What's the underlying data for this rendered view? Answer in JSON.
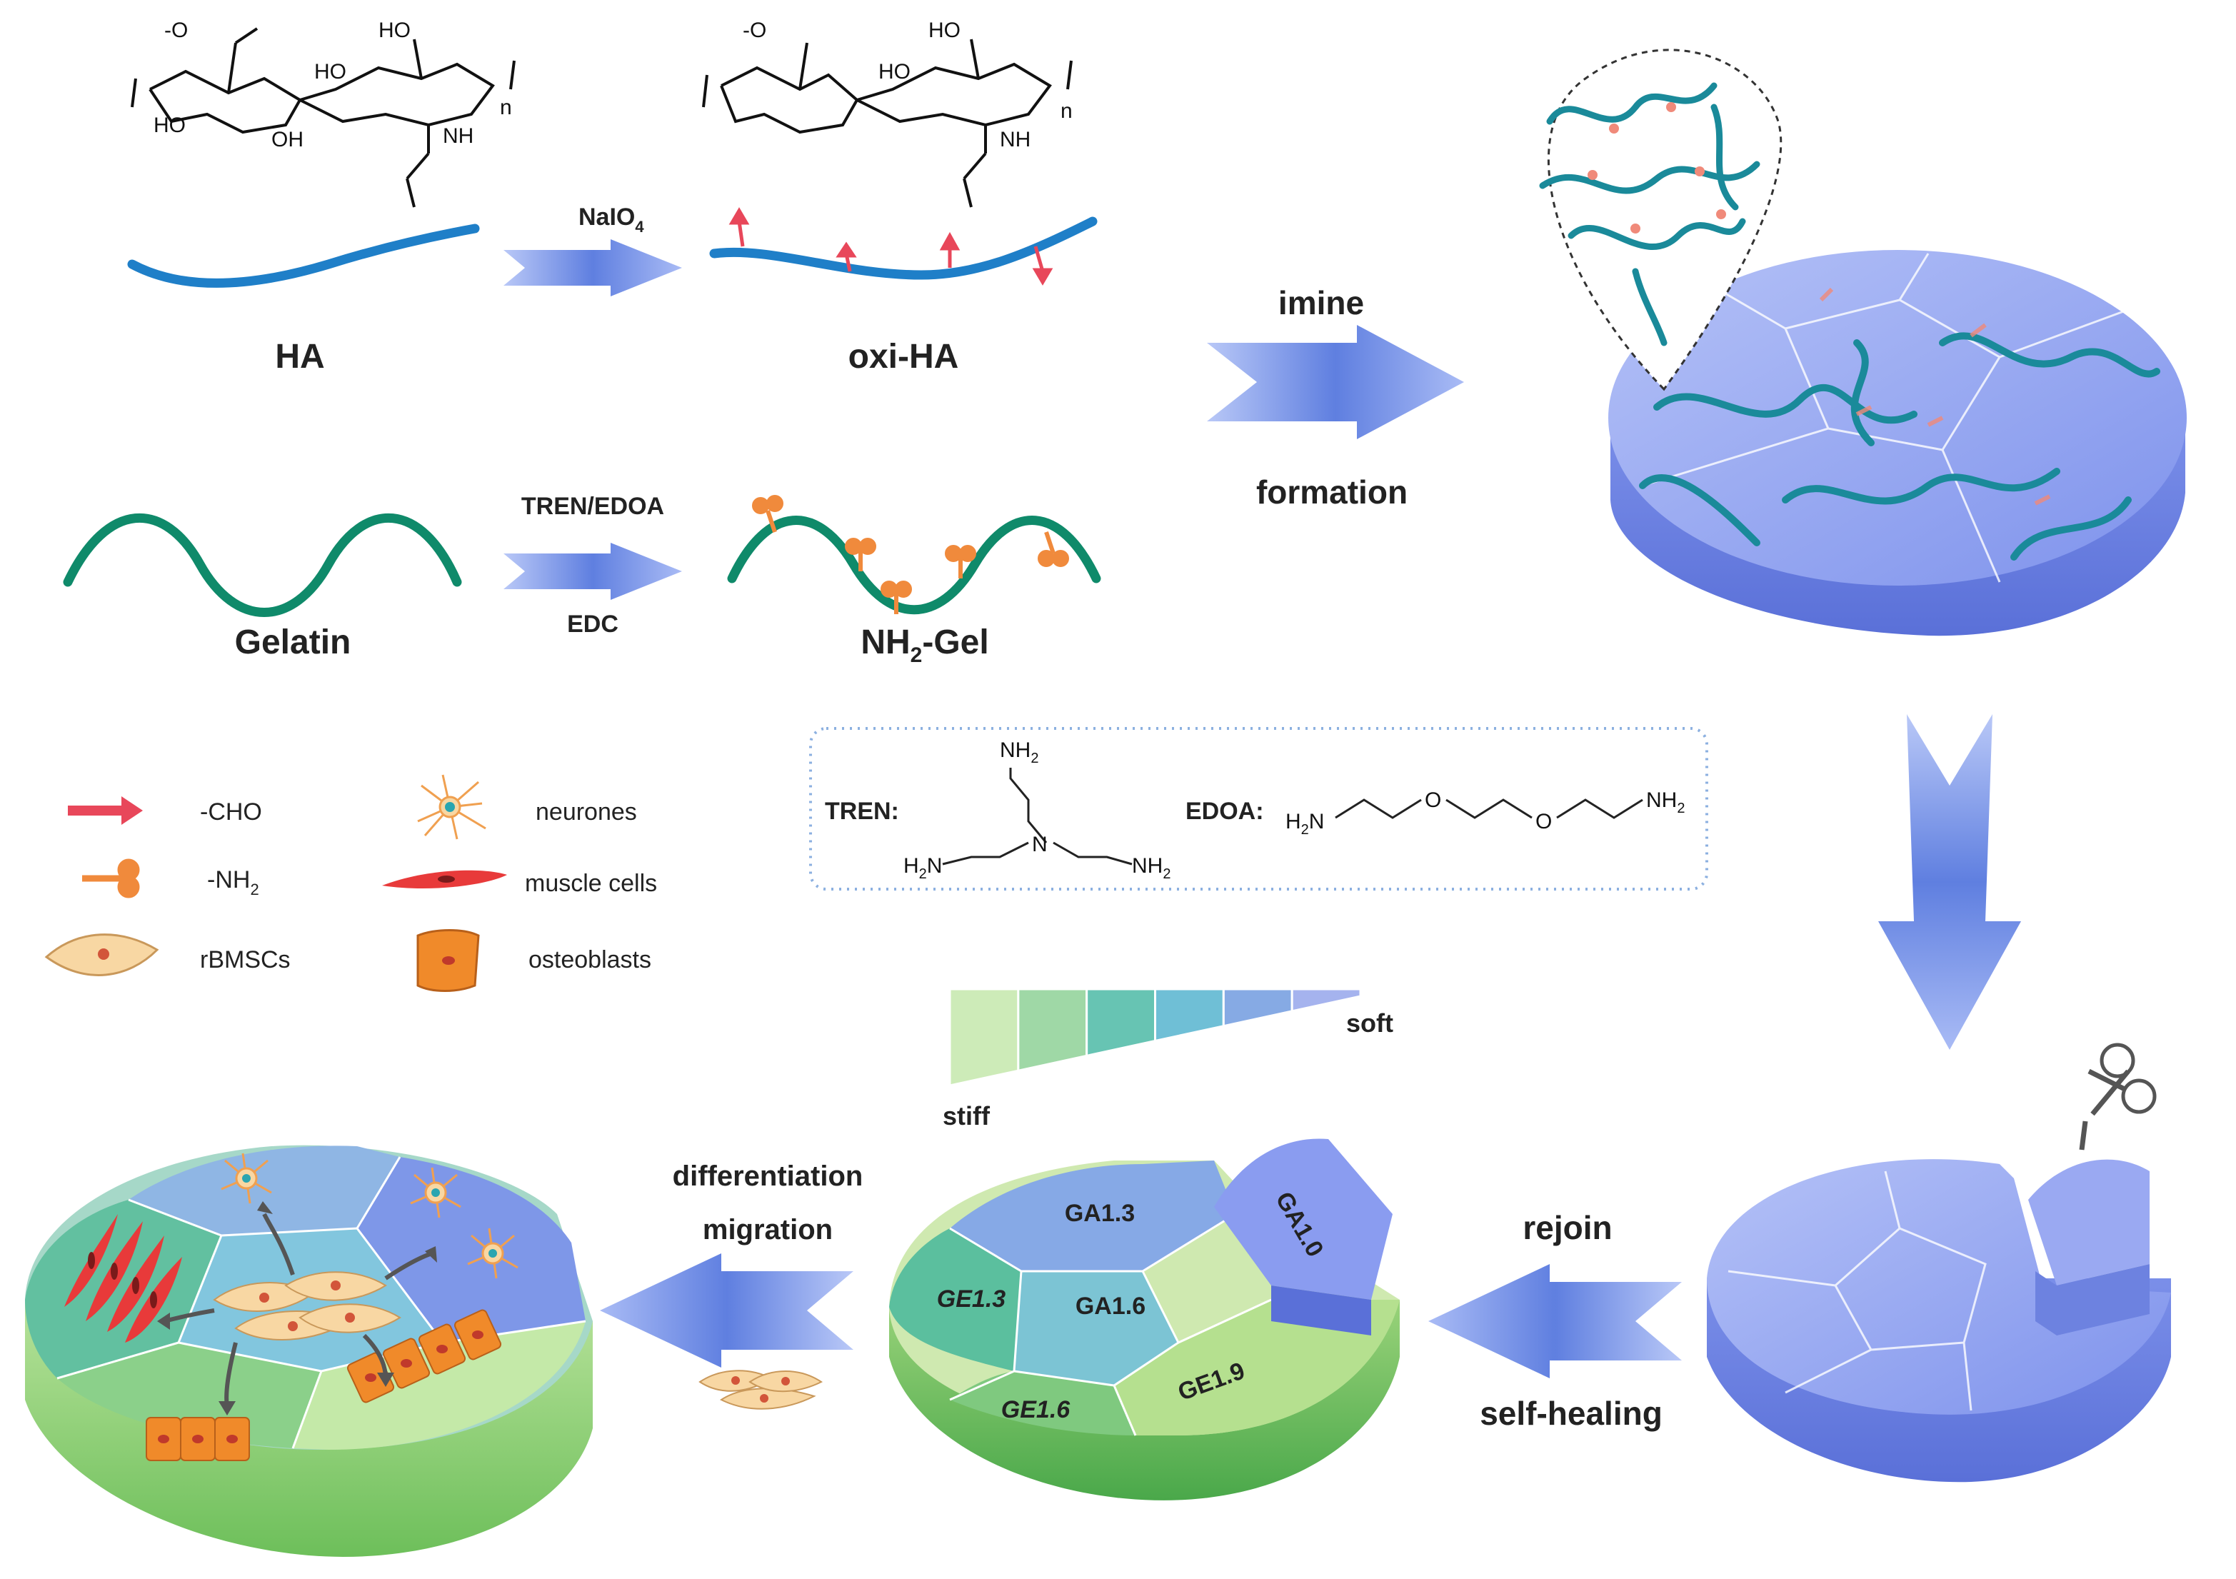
{
  "top_row": {
    "ha_label": "HA",
    "oxi_ha_label": "oxi-HA",
    "reagent_naio4": "NaIO",
    "reagent_naio4_sub": "4",
    "gelatin_label": "Gelatin",
    "nh2_gel_label_pre": "NH",
    "nh2_gel_label_sub": "2",
    "nh2_gel_label_post": "-Gel",
    "reagent_tren_edoa": "TREN/EDOA",
    "reagent_edc": "EDC",
    "arrow_imine": "imine",
    "arrow_formation": "formation"
  },
  "chem_structure": {
    "carboxylate": "-O",
    "oh1": "HO",
    "oh2": "OH",
    "ho_top": "HO",
    "ho_mid": "HO",
    "nh": "NH",
    "n": "n",
    "o": "O"
  },
  "legend": {
    "cho": "-CHO",
    "nh2_pre": "-NH",
    "nh2_sub": "2",
    "rbmscs": "rBMSCs",
    "neurones": "neurones",
    "muscle_cells": "muscle cells",
    "osteoblasts": "osteoblasts"
  },
  "crosslinker_box": {
    "tren_label": "TREN:",
    "edoa_label": "EDOA:",
    "nh2": "NH",
    "h2n": "H",
    "n": "N",
    "o": "O"
  },
  "stiffness_bar": {
    "stiff": "stiff",
    "soft": "soft",
    "colors": [
      "#cdebb8",
      "#9fd8a6",
      "#67c4b3",
      "#6fbfd6",
      "#86aae4",
      "#a5b3ee"
    ]
  },
  "bottom_row": {
    "arrow_rejoin": "rejoin",
    "arrow_self_healing": "self-healing",
    "arrow_differentiation": "differentiation",
    "arrow_migration": "migration",
    "segments": [
      "GA1.3",
      "GA1.0",
      "GE1.3",
      "GA1.6",
      "GE1.6",
      "GE1.9"
    ]
  },
  "colors": {
    "ha_chain": "#1f7fc8",
    "gelatin_chain": "#0f8a6a",
    "cho_red": "#e8475a",
    "nh2_orange": "#f08a3c",
    "arrow_blue": "#7f9ff0",
    "disk_blue": "#8a9cf0",
    "network_teal": "#1a8a9a",
    "pink_text": "#e8707a"
  }
}
